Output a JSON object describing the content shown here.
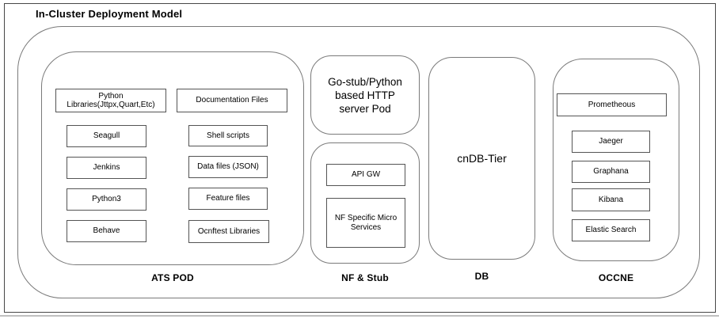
{
  "title": "In-Cluster Deployment Model",
  "sections": {
    "ats": {
      "label": "ATS POD",
      "boxes": [
        "Python Libraries(Jttpx,Quart,Etc)",
        "Documentation Files",
        "Seagull",
        "Shell scripts",
        "Jenkins",
        "Data files (JSON)",
        "Python3",
        "Feature files",
        "Behave",
        "Ocnftest Libraries"
      ]
    },
    "nf_stub": {
      "label": "NF & Stub",
      "pod_title": "Go-stub/Python based HTTP server Pod",
      "boxes": [
        "API GW",
        "NF Specific Micro Services"
      ]
    },
    "db": {
      "label": "DB",
      "tier": "cnDB-Tier"
    },
    "occne": {
      "label": "OCCNE",
      "boxes": [
        "Prometheous",
        "Jaeger",
        "Graphana",
        "Kibana",
        "Elastic Search"
      ]
    }
  },
  "colors": {
    "outer_border": "#474747",
    "container_border": "#7a7a7a",
    "box_border": "#545454",
    "text": "#000000",
    "background": "#ffffff",
    "bottom_strip": "#bfbfbf"
  }
}
